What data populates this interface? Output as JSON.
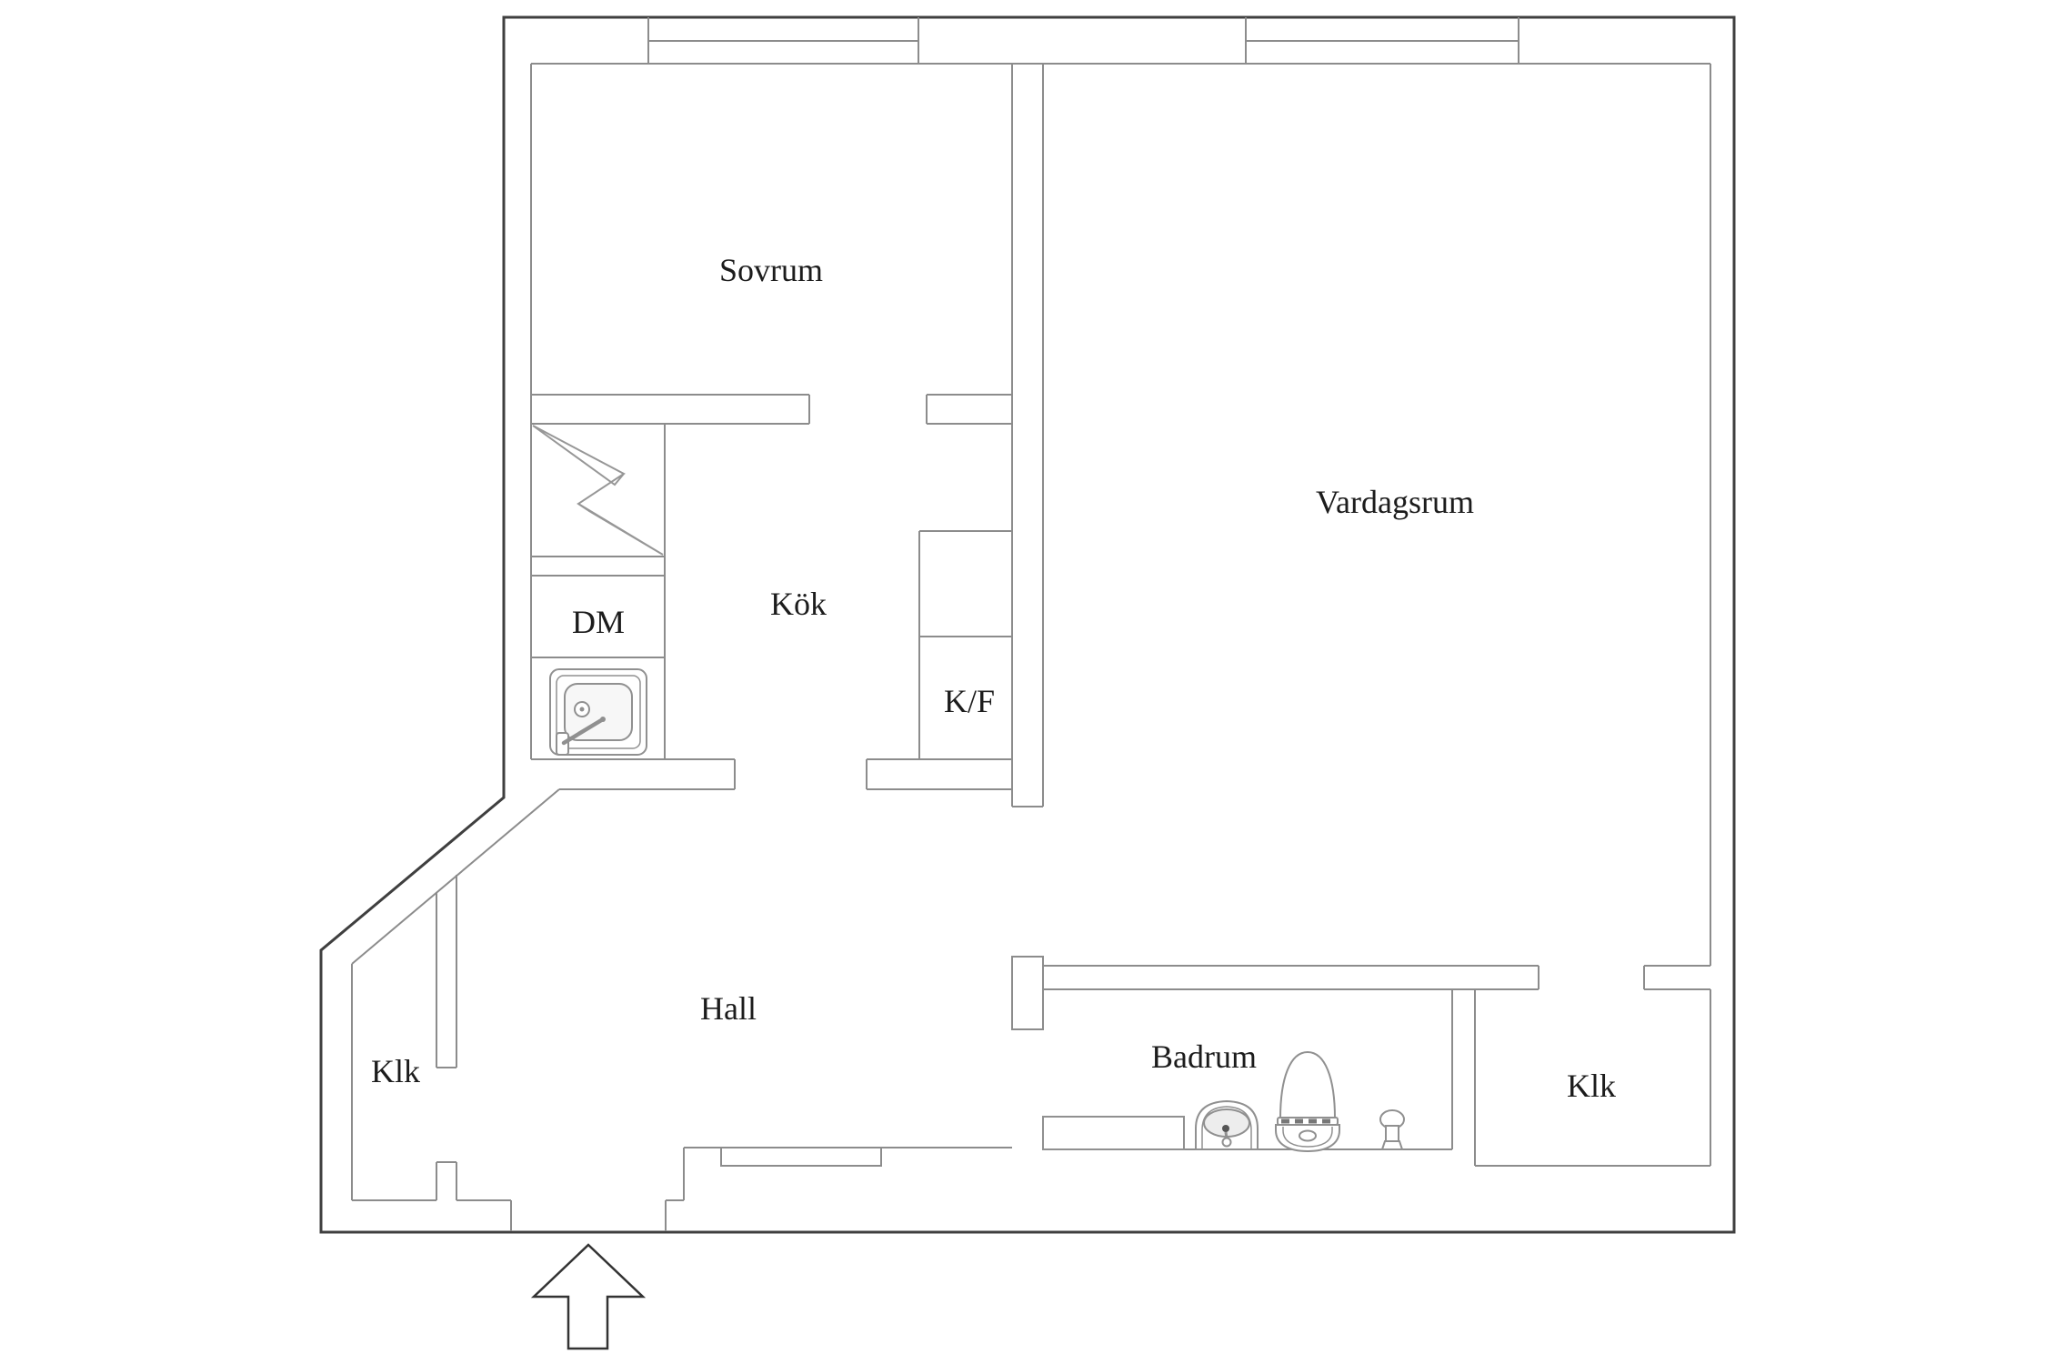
{
  "document": {
    "type": "apartment-floor-plan"
  },
  "colors": {
    "background": "#ffffff",
    "outer_wall": "#3f3f3f",
    "inner_wall": "#8c8c8c",
    "fixture_line": "#909090",
    "label_text": "#1c1c1c",
    "basin_fill": "#ededed"
  },
  "labels": {
    "sovrum": "Sovrum",
    "vardagsrum": "Vardagsrum",
    "kok": "Kök",
    "dm": "DM",
    "kf": "K/F",
    "hall": "Hall",
    "klk_left": "Klk",
    "badrum": "Badrum",
    "klk_right": "Klk"
  },
  "icons": {
    "entrance_arrow": "up-arrow",
    "zigzag_cabinet": "lightning-zigzag-box",
    "kitchen_sink": "sink-with-faucet",
    "fridge_freezer": "tall-cabinet-two-compartments",
    "bathtub": "bathtub-rectangle",
    "washbasin": "arched-washbasin",
    "toilet": "toilet-top-view",
    "shower_tap": "tap-fixture",
    "doormat": "entrance-threshold",
    "windows": "double-line-window"
  }
}
